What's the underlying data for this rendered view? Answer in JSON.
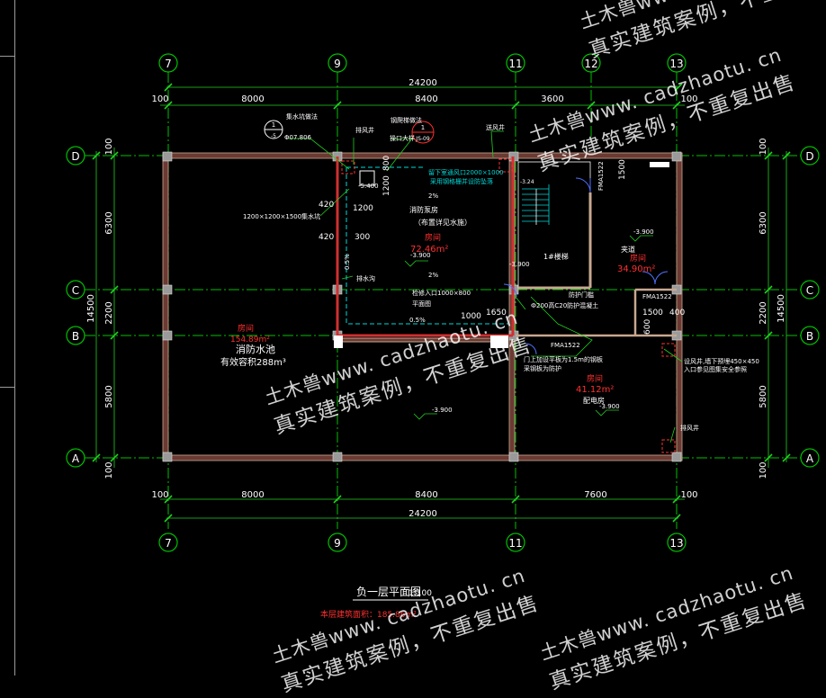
{
  "title": {
    "text": "负一层平面图",
    "scale": "1:100",
    "area_note": "本层建筑面积：185.86m²"
  },
  "axes": {
    "top": [
      "7",
      "9",
      "11",
      "12",
      "13"
    ],
    "bottom": [
      "7",
      "9",
      "11",
      "13"
    ],
    "left": [
      "D",
      "C",
      "B",
      "A"
    ],
    "right": [
      "D",
      "C",
      "B",
      "A"
    ]
  },
  "dims": {
    "top_total": "24200",
    "top_parts": [
      "100",
      "8000",
      "8400",
      "3600",
      "100"
    ],
    "bottom_total": "24200",
    "bottom_parts": [
      "100",
      "8000",
      "8400",
      "7600",
      "100"
    ],
    "left_total": "14500",
    "left_parts": [
      "100",
      "6300",
      "2200",
      "5800",
      "100"
    ],
    "right_total": "14500",
    "right_parts": [
      "100",
      "6300",
      "2200",
      "5800",
      "100"
    ]
  },
  "rooms": {
    "pool_label": "房间",
    "pool_area": "154.89m²",
    "pool_name": "消防水池",
    "pool_capacity": "有效容积288m³",
    "pump_label": "房间",
    "pump_area": "72.46m²",
    "pump_name": "（布置详见水施）",
    "pump_title": "消防泵房",
    "room_r1_label": "房间",
    "room_r1_area": "34.90m²",
    "room_r1_name": "夹道",
    "room_r2_label": "房间",
    "room_r2_area": "41.12m²",
    "room_r2_name": "配电房",
    "stair_text": "1#楼梯"
  },
  "notes": {
    "n1": "集水坑做法",
    "n1b": "-5.400",
    "n1c": "Φ07.806",
    "n2": "钢爬梯做法",
    "n2b": "操口大样",
    "n3": "排风井",
    "n4": "送风井",
    "n5": "1200×1200×1500集水坑",
    "n6": "留下室通风口2000×1000",
    "n7": "采用钢格栅并设防坠落",
    "n8": "排水沟",
    "n9": "检修入口1000×800",
    "n10": "平面图",
    "n11": "Ф200高C20防护混凝土",
    "n12": "防护门槛",
    "n13": "门上加设平板为1.5m的钢板",
    "n14": "采钢板为防护",
    "n15": "设风井,墙下预埋450×450",
    "n16": "入口参见图集安全参照",
    "n17": "排风井",
    "fm1": "FMA1522",
    "fm2": "FMA1522",
    "fm3": "FMA1522",
    "lvl1": "-3.900",
    "lvl2": "-3.900",
    "lvl3": "-3.900",
    "lvl4": "-3.900",
    "lvl5": "-3.900",
    "slope1": "2%",
    "slope2": "2%",
    "slope3": "0.5%",
    "slope4": "0.5%",
    "d420a": "420",
    "d420b": "420",
    "d300": "300",
    "d1200": "1200",
    "d800": "800",
    "d1200b": "1200",
    "d1000": "1000",
    "d1650": "1650",
    "d1500": "1500",
    "d400": "400",
    "d600": "600",
    "d1500b": "1500",
    "mark1a": "1",
    "mark1b": "-5",
    "mark2a": "1",
    "mark2b": "JS-09",
    "stair_lvl": "-3.24"
  },
  "watermarks": [
    {
      "line1": "土木兽www. cadzhaotu. cn",
      "line2": "真实建筑案例，不重复出售"
    },
    {
      "line1": "土木兽www. cadzhaotu. cn",
      "line2": "真实建筑案例，不重复出售"
    },
    {
      "line1": "土木兽www. cadzhaotu. cn",
      "line2": "真实建筑案例，不重复出售"
    },
    {
      "line1": "土木兽www. cadzhaotu. cn",
      "line2": "真实建筑案例，不重复出售"
    },
    {
      "line1": "土木兽www. cadzhaotu. cn",
      "line2": "真实建筑案例，不重复出售"
    }
  ],
  "colors": {
    "background": "#000000",
    "grid": "#00c000",
    "wall_fill": "#6b3a32",
    "wall_line": "#c8a890",
    "inner_wall": "#d03030",
    "dim": "#20d020",
    "text": "#ffffff",
    "cyan": "#00d8d8",
    "red": "#ff3030",
    "yellow": "#e8e050",
    "blue": "#5070ff"
  }
}
